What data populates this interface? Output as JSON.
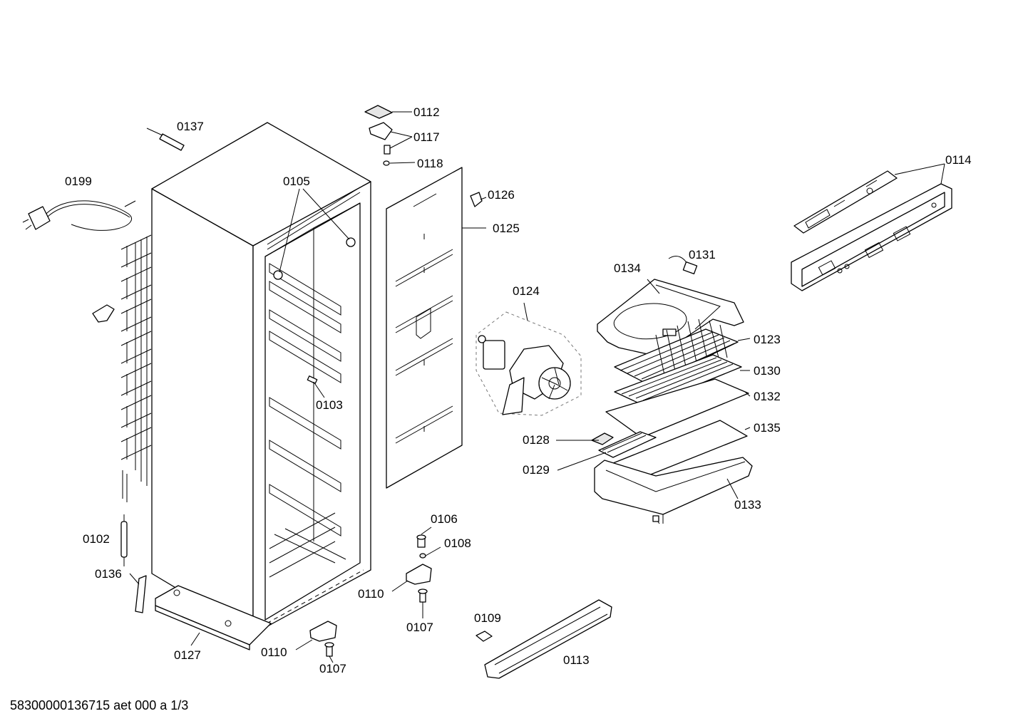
{
  "footer": "58300000136715 aet 000 a 1/3",
  "labels": {
    "l0112": "0112",
    "l0117": "0117",
    "l0118": "0118",
    "l0126": "0126",
    "l0125": "0125",
    "l0114": "0114",
    "l0137": "0137",
    "l0199": "0199",
    "l0105": "0105",
    "l0103": "0103",
    "l0102": "0102",
    "l0136": "0136",
    "l0127": "0127",
    "l0110a": "0110",
    "l0107a": "0107",
    "l0110b": "0110",
    "l0107b": "0107",
    "l0106": "0106",
    "l0108": "0108",
    "l0124": "0124",
    "l0131": "0131",
    "l0134": "0134",
    "l0123": "0123",
    "l0130": "0130",
    "l0132": "0132",
    "l0135": "0135",
    "l0128": "0128",
    "l0129": "0129",
    "l0133": "0133",
    "l0109": "0109",
    "l0113": "0113"
  }
}
